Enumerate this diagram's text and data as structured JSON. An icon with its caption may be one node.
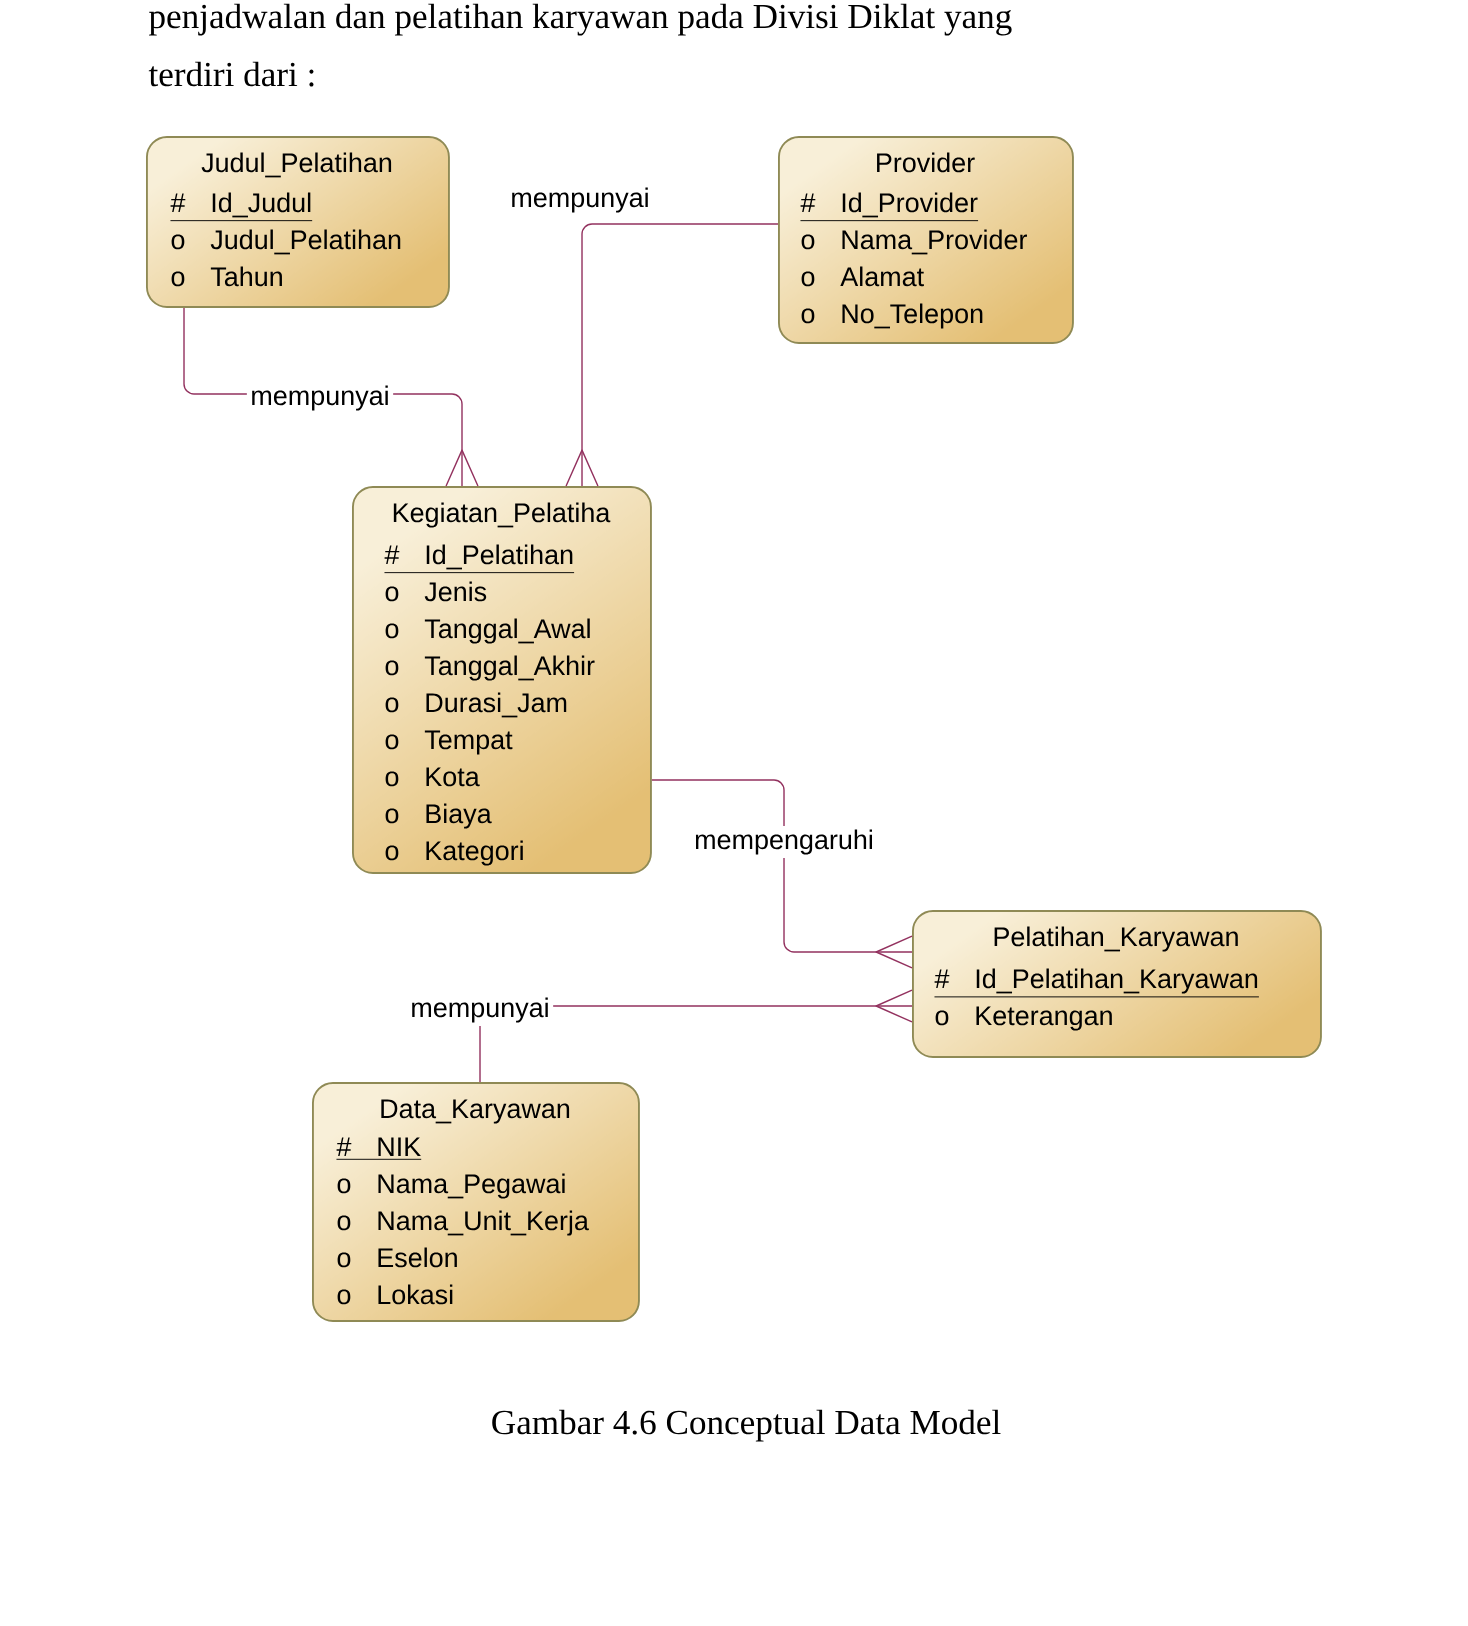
{
  "diagram": {
    "caption": "Gambar 4.6 Conceptual Data Model",
    "nodes": [
      {
        "text": [
          "Judul_Pelatihan",
          "# Id_Judul",
          "o Judul_Pelatihan",
          "o Tahun"
        ]
      },
      {
        "text": [
          "Provider",
          "# Id_Provider",
          "o Nama_Provider",
          "o Alamat",
          "o No_Telepon"
        ]
      },
      {
        "text": [
          "Kegiatan_Pelatiha",
          "# Id_Pelatihan",
          "o Jenis",
          "o Tanggal_Awal",
          "o Tanggal_Akhir",
          "o Durasi_Jam",
          "o Tempat",
          "o Kota",
          "o Biaya",
          "o Kategori"
        ]
      },
      {
        "text": [
          "Pelatihan_Karyawan",
          "# Id_Pelatihan_Karyawan",
          "o Keterangan"
        ]
      },
      {
        "text": [
          "Data_Karyawan",
          "# NIK",
          "o Nama_Pegawai",
          "o Nama_Unit_Kerja",
          "o Eselon",
          "o Lokasi"
        ]
      }
    ],
    "edges": [
      {
        "from": 0,
        "to": 2,
        "arrow": "other",
        "label": "mempunyai"
      },
      {
        "from": 1,
        "to": 2,
        "arrow": "other",
        "label": "mempunyai"
      },
      {
        "from": 2,
        "to": 3,
        "arrow": "other",
        "label": "mempengaruhi"
      },
      {
        "from": 4,
        "to": 3,
        "arrow": "other",
        "label": "mempunyai"
      }
    ],
    "labels": [
      "penjadwalan dan pelatihan karyawan pada Divisi Diklat yang",
      "terdiri dari :"
    ]
  }
}
